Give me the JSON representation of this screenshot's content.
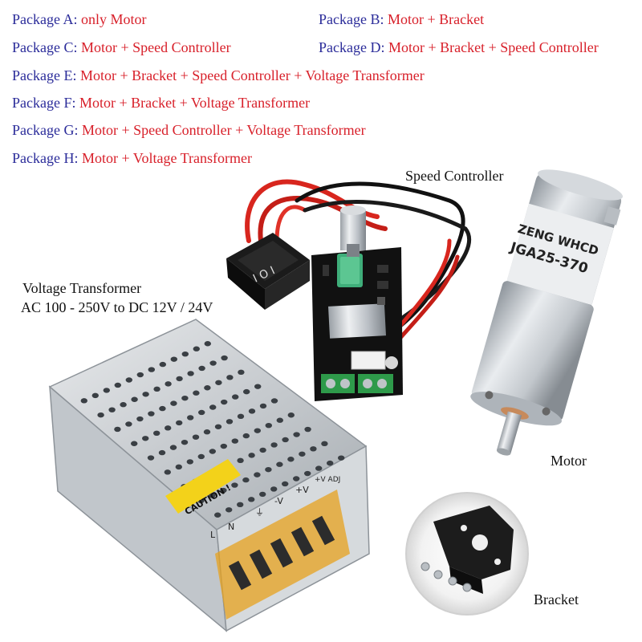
{
  "packages": [
    {
      "key": "Package A:",
      "value": "only Motor"
    },
    {
      "key": "Package B:",
      "value": "Motor + Bracket"
    },
    {
      "key": "Package C:",
      "value": "Motor + Speed Controller"
    },
    {
      "key": "Package D:",
      "value": "Motor + Bracket + Speed Controller"
    },
    {
      "key": "Package E:",
      "value": "Motor + Bracket + Speed Controller + Voltage Transformer"
    },
    {
      "key": "Package F:",
      "value": "Motor + Bracket + Voltage Transformer"
    },
    {
      "key": "Package G:",
      "value": "Motor + Speed Controller + Voltage Transformer"
    },
    {
      "key": "Package H:",
      "value": "Motor + Voltage Transformer"
    }
  ],
  "captions": {
    "speed_controller": "Speed Controller",
    "voltage_transformer_title": "Voltage Transformer",
    "voltage_transformer_spec": "AC 100 - 250V to DC 12V / 24V",
    "motor": "Motor",
    "bracket": "Bracket"
  },
  "motor_label": {
    "line1": "ZENG WHCD",
    "line2": "JGA25-370"
  },
  "psu_label": {
    "caution": "CAUTION !",
    "terminals": [
      "L",
      "N",
      "⏚",
      "-V",
      "+V",
      "+V ADJ"
    ]
  },
  "colors": {
    "package_key": "#2b2c9a",
    "package_value": "#d8202a",
    "pcb": "#111111",
    "caution_yellow": "#f3d21a",
    "terminal_green": "#2e9a4a"
  }
}
